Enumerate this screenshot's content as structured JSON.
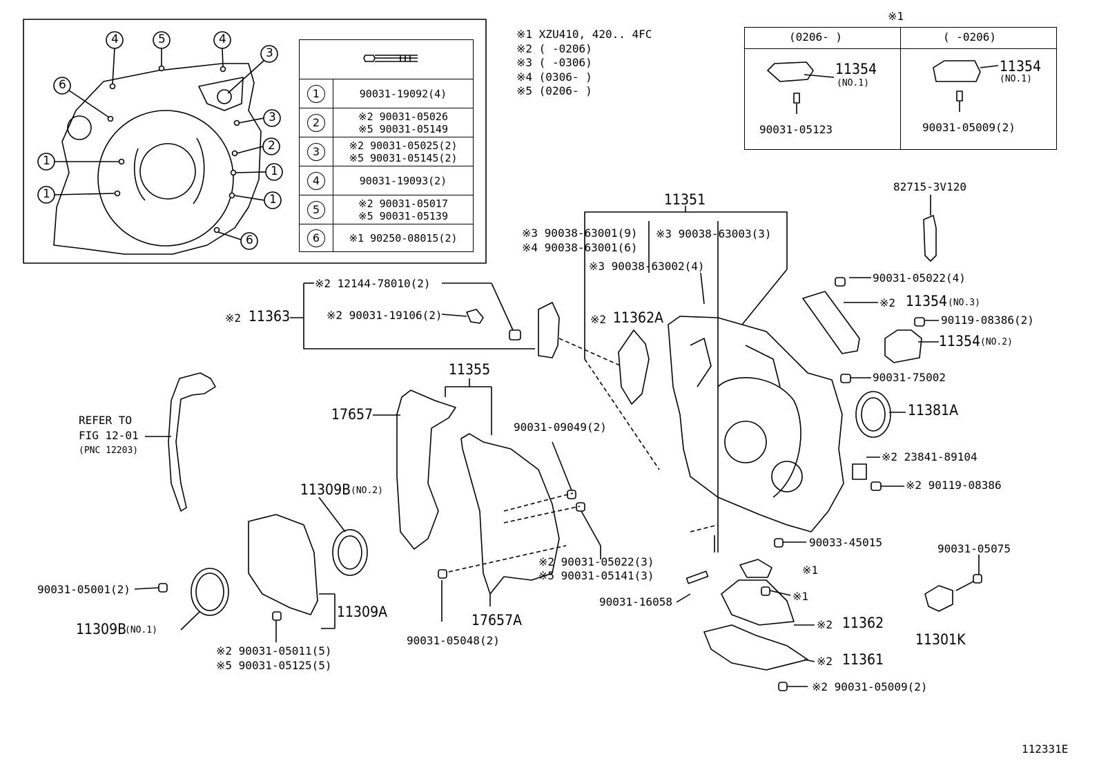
{
  "inset_table": {
    "rows": [
      {
        "num": "1",
        "lines": [
          "90031-19092(4)"
        ]
      },
      {
        "num": "2",
        "lines": [
          "※2 90031-05026",
          "※5 90031-05149"
        ]
      },
      {
        "num": "3",
        "lines": [
          "※2 90031-05025(2)",
          "※5 90031-05145(2)"
        ]
      },
      {
        "num": "4",
        "lines": [
          "90031-19093(2)"
        ]
      },
      {
        "num": "5",
        "lines": [
          "※2 90031-05017",
          "※5 90031-05139"
        ]
      },
      {
        "num": "6",
        "lines": [
          "※1 90250-08015(2)"
        ]
      }
    ]
  },
  "inset_markers": [
    "4",
    "5",
    "4",
    "3",
    "6",
    "3",
    "2",
    "1",
    "1",
    "1",
    "1",
    "6"
  ],
  "notes": [
    "※1  XZU410, 420.. 4FC",
    "※2  (      -0206)",
    "※3  (      -0306)",
    "※4  (0306-      )",
    "※5  (0206-      )"
  ],
  "variant_table": {
    "title": "※1",
    "col1_header": "(0206-      )",
    "col2_header": "(      -0206)",
    "col1_part": "11354",
    "col1_part_sub": "(NO.1)",
    "col1_bolt": "90031-05123",
    "col2_part": "11354",
    "col2_part_sub": "(NO.1)",
    "col2_bolt": "90031-05009(2)"
  },
  "labels": {
    "l11351": "11351",
    "l82715": "82715-3V120",
    "l63001a": "※3 90038-63001(9)",
    "l63001b": "※4 90038-63001(6)",
    "l63003": "※3 90038-63003(3)",
    "l63002": "※3 90038-63002(4)",
    "l05022a": "90031-05022(4)",
    "l11354no3_pre": "※2",
    "l11354no3": "11354",
    "l11354no3_sub": "(NO.3)",
    "l08386a": "90119-08386(2)",
    "l11354no2": "11354",
    "l11354no2_sub": "(NO.2)",
    "l75002": "90031-75002",
    "l11381A": "11381A",
    "l89104": "※2 23841-89104",
    "l08386b": "※2 90119-08386",
    "l45015": "90033-45015",
    "l05075": "90031-05075",
    "lx1a": "※1",
    "lx1b": "※1",
    "l16058": "90031-16058",
    "l11362_pre": "※2",
    "l11362": "11362",
    "l11361_pre": "※2",
    "l11361": "11361",
    "l05009": "※2 90031-05009(2)",
    "l11301K": "11301K",
    "l78010": "※2 12144-78010(2)",
    "l11363_pre": "※2",
    "l11363": "11363",
    "l19106": "※2 90031-19106(2)",
    "l11362A_pre": "※2",
    "l11362A": "11362A",
    "l11355": "11355",
    "l17657": "17657",
    "l09049": "90031-09049(2)",
    "l05022b": "※2 90031-05022(3)",
    "l05141": "※5 90031-05141(3)",
    "l17657A": "17657A",
    "l05048": "90031-05048(2)",
    "lrefer1": "REFER TO",
    "lrefer2": "FIG 12-01",
    "lrefer3": "(PNC 12203)",
    "l11309Bno2": "11309B",
    "l11309Bno2_sub": "(NO.2)",
    "l05001": "90031-05001(2)",
    "l11309Bno1": "11309B",
    "l11309Bno1_sub": "(NO.1)",
    "l11309A": "11309A",
    "l05011": "※2 90031-05011(5)",
    "l05125": "※5 90031-05125(5)",
    "lfig": "112331E"
  }
}
